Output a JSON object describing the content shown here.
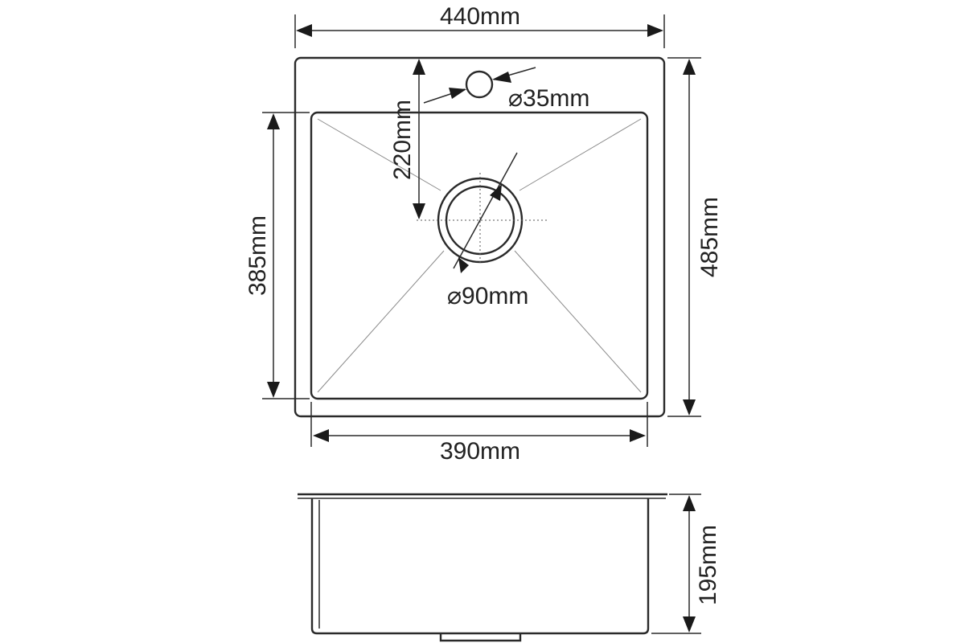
{
  "dimensions": {
    "top_width": "440mm",
    "total_length": "485mm",
    "bowl_length": "385mm",
    "bowl_width": "390mm",
    "faucet_hole_distance": "220mm",
    "faucet_hole_diameter": "⌀35mm",
    "drain_diameter": "⌀90mm",
    "depth": "195mm"
  }
}
